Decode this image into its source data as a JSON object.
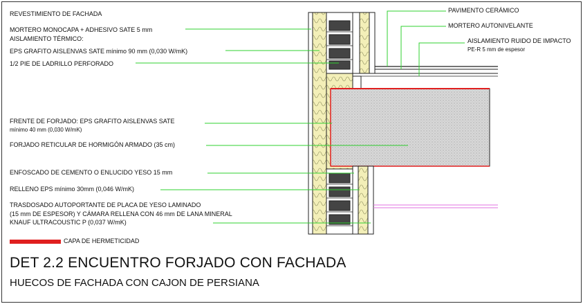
{
  "labels_left": {
    "revestimiento": "REVESTIMIENTO DE FACHADA",
    "mortero_monocapa": "MORTERO MONOCAPA + ADHESIVO SATE 5 mm",
    "aislamiento_termico": "AISLAMIENTO TÉRMICO:",
    "eps_grafito": "EPS GRAFITO AISLENVAS SATE mínimo 90 mm (0,030 W/mK)",
    "ladrillo": "1/2 PIE DE LADRILLO PERFORADO",
    "frente_forjado_1": "FRENTE DE FORJADO: EPS GRAFITO AISLENVAS SATE",
    "frente_forjado_2": "mínimo 40 mm (0,030 W/mK)",
    "forjado_reticular": "FORJADO RETICULAR DE HORMIGÓN ARMADO (35 cm)",
    "enfoscado": "ENFOSCADO DE CEMENTO O ENLUCIDO YESO 15 mm",
    "relleno_eps": "RELLENO EPS mínimo 30mm (0,046 W/mK)",
    "trasdosado_1": "TRASDOSADO AUTOPORTANTE DE PLACA DE YESO LAMINADO",
    "trasdosado_2": "(15 mm DE ESPESOR) Y CÁMARA RELLENA CON 46 mm DE LANA MINERAL",
    "trasdosado_3": "KNAUF ULTRACOUSTIC P (0,037 W/mK)"
  },
  "labels_right": {
    "pavimento": "PAVIMENTO CERÁMICO",
    "mortero_autonivelante": "MORTERO AUTONIVELANTE",
    "aislamiento_ruido_1": "AISLAMIENTO RUIDO DE IMPACTO",
    "aislamiento_ruido_2": "PE-R 5 mm de espesor"
  },
  "legend": {
    "capa_hermeticidad": "CAPA DE HERMETICIDAD"
  },
  "title": {
    "main": "DET 2.2 ENCUENTRO FORJADO CON FACHADA",
    "sub": "HUECOS DE FACHADA CON CAJON DE PERSIANA"
  },
  "colors": {
    "leader": "#2fd02f",
    "hermeticidad": "#e01f1f",
    "insulation": "#f3efb8",
    "concrete": "#d8d8d8",
    "pink": "#e070e0"
  }
}
